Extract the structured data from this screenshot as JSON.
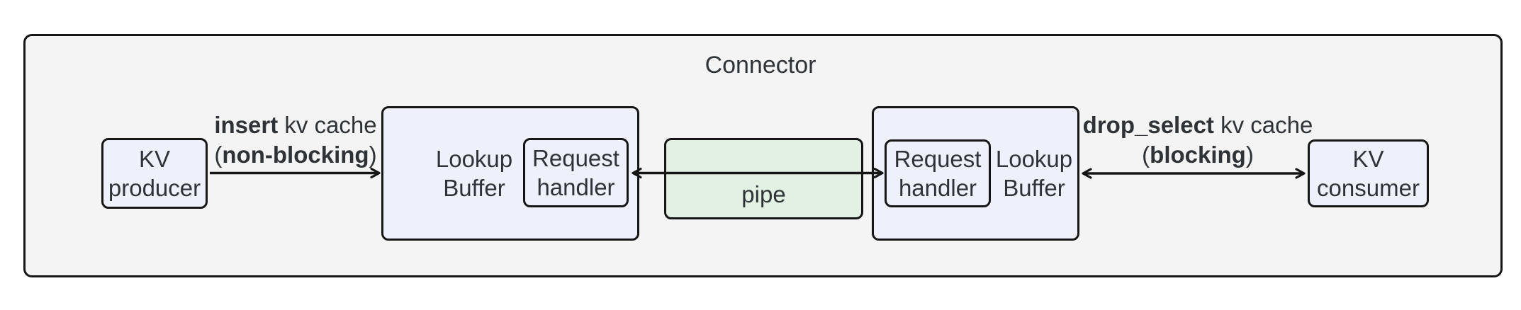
{
  "connector": {
    "title": "Connector"
  },
  "nodes": {
    "kv_producer": {
      "lines": [
        "KV",
        "producer"
      ]
    },
    "lookup_buffer_left": {
      "lines": [
        "Lookup",
        "Buffer"
      ]
    },
    "request_handler_left": {
      "lines": [
        "Request",
        "handler"
      ]
    },
    "pipe": {
      "label": "pipe"
    },
    "request_handler_right": {
      "lines": [
        "Request",
        "handler"
      ]
    },
    "lookup_buffer_right": {
      "lines": [
        "Lookup",
        "Buffer"
      ]
    },
    "kv_consumer": {
      "lines": [
        "KV",
        "consumer"
      ]
    }
  },
  "edges": {
    "insert": {
      "verb": "insert",
      "object": " kv cache",
      "paren_open": "(",
      "mode": "non-blocking",
      "paren_close": ")",
      "direction": "right"
    },
    "drop_select": {
      "verb": "drop_select",
      "object": " kv cache",
      "paren_open": "(",
      "mode": "blocking",
      "paren_close": ")",
      "direction": "both"
    },
    "pipe_link": {
      "direction": "both"
    }
  },
  "colors": {
    "background": "#ffffff",
    "container_fill": "#f4f4f4",
    "node_fill": "#eef1fb",
    "pipe_fill": "#e2f1e3",
    "stroke": "#161616",
    "text": "#2f3337"
  }
}
